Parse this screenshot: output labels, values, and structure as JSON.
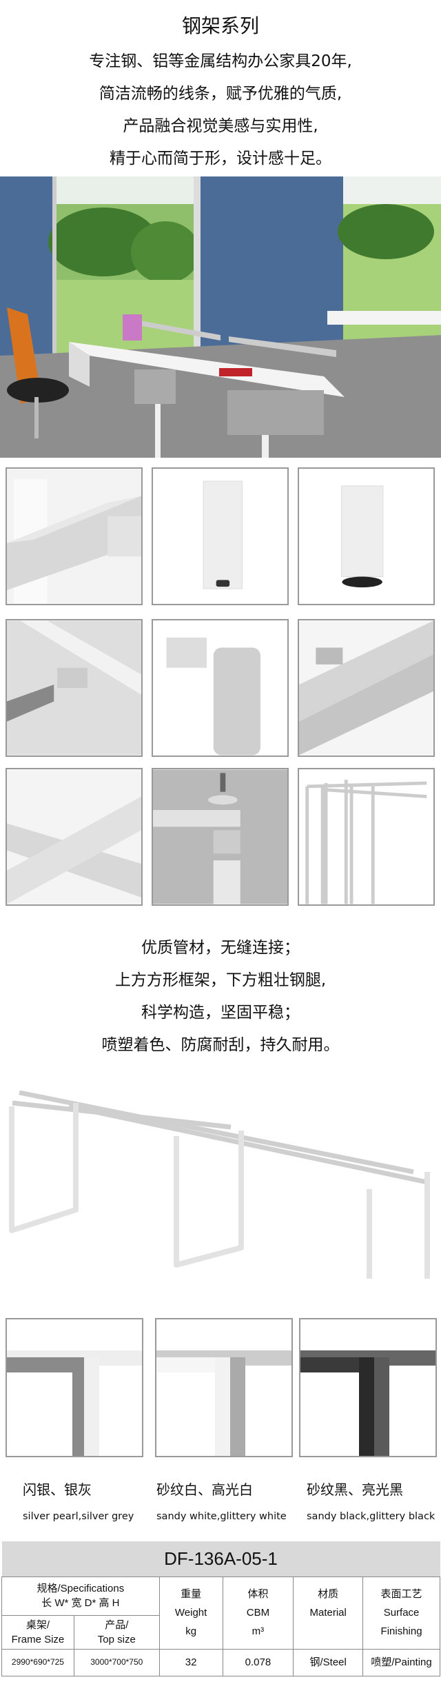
{
  "header": {
    "title": "钢架系列",
    "intro_lines": [
      "专注钢、铝等金属结构办公家具20年,",
      "简洁流畅的线条，赋予优雅的气质,",
      "产品融合视觉美感与实用性,",
      "精于心而简于形，设计感十足。"
    ]
  },
  "features": {
    "lines": [
      "优质管材，无缝连接；",
      "上方方形框架，下方粗壮钢腿,",
      "科学构造，坚固平稳；",
      "喷塑着色、防腐耐刮，持久耐用。"
    ]
  },
  "colors": [
    {
      "cn": "闪银、银灰",
      "en": "silver pearl,silver grey",
      "swatch": "#8a8a8a"
    },
    {
      "cn": "砂纹白、高光白",
      "en": "sandy white,glittery white",
      "swatch": "#f2f2f2"
    },
    {
      "cn": "砂纹黑、亮光黑",
      "en": "sandy black,glittery black",
      "swatch": "#3a3a3a"
    }
  ],
  "spec": {
    "model": "DF-136A-05-1",
    "h_spec1": "规格/Specifications",
    "h_spec2": "长 W* 宽 D* 高 H",
    "h_frame1": "桌架/",
    "h_frame2": "Frame Size",
    "h_top1": "产品/",
    "h_top2": "Top size",
    "h_weight1": "重量",
    "h_weight2": "Weight",
    "h_weight3": "kg",
    "h_cbm1": "体积",
    "h_cbm2": "CBM",
    "h_cbm3": "m³",
    "h_mat1": "材质",
    "h_mat2": "Material",
    "h_surf1": "表面工艺",
    "h_surf2": "Surface",
    "h_surf3": "Finishing",
    "frame_size": "2990*690*725",
    "top_size": "3000*700*750",
    "weight": "32",
    "cbm": "0.078",
    "material": "钢/Steel",
    "finishing": "喷塑/Painting"
  }
}
